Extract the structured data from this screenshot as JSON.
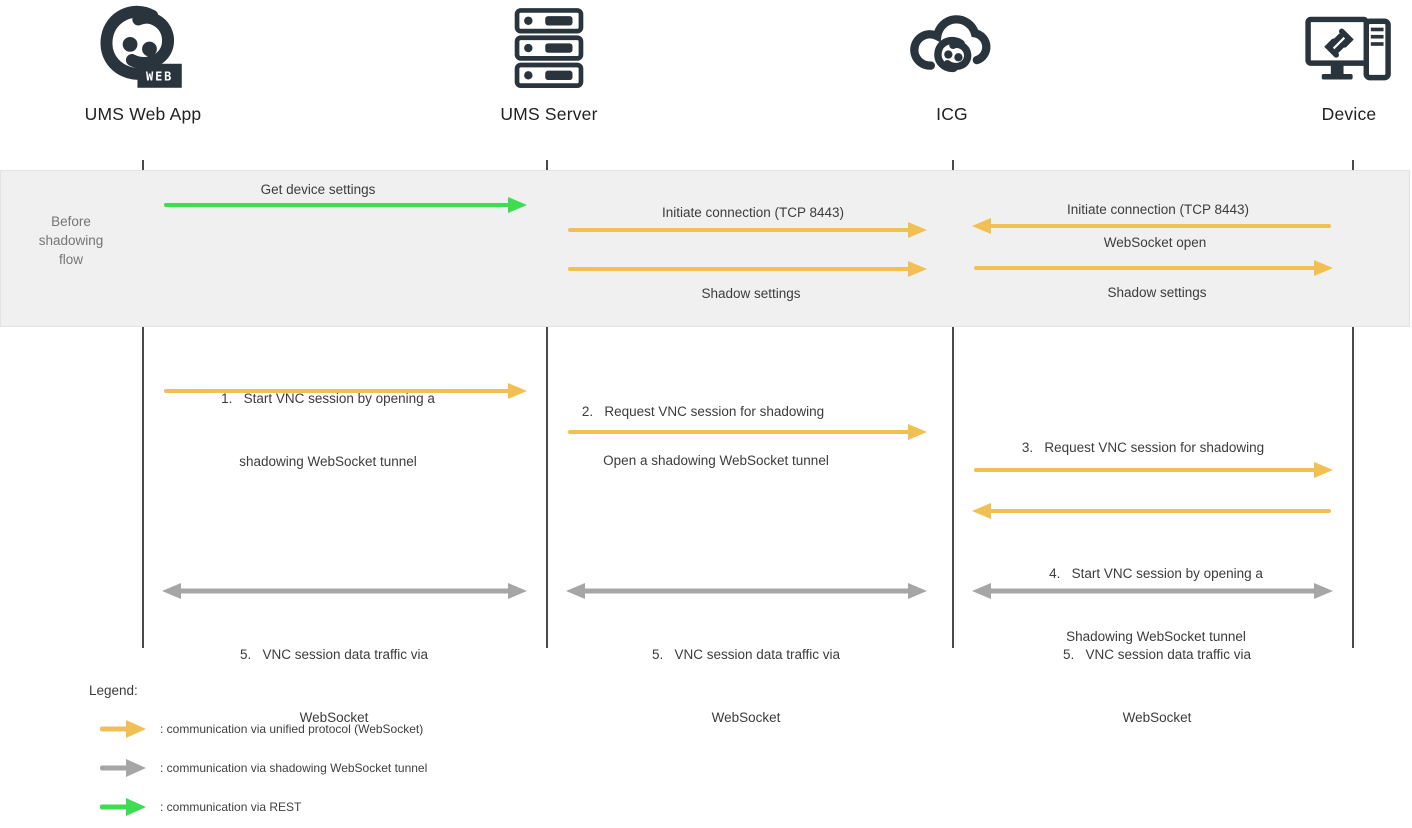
{
  "colors": {
    "unified": "#F2C052",
    "tunnel": "#A6A6A6",
    "rest": "#3EDC52",
    "actor": "#2A343D",
    "band": "#F0F0F0",
    "band_border": "#E3E3E3",
    "text": "#3C3C3C",
    "muted": "#757575",
    "lifeline": "#4A4A4A",
    "heading": "#212121",
    "legend_text": "#3F3F3F"
  },
  "actors": [
    {
      "id": "ums-web-app",
      "label": "UMS Web App",
      "icon": "igel-web-logo-icon",
      "badge": "WEB"
    },
    {
      "id": "ums-server",
      "label": "UMS Server",
      "icon": "server-stack-icon"
    },
    {
      "id": "icg",
      "label": "ICG",
      "icon": "cloud-igel-icon"
    },
    {
      "id": "device",
      "label": "Device",
      "icon": "device-monitor-icon"
    }
  ],
  "before": {
    "label_lines": [
      "Before",
      "shadowing",
      "flow"
    ],
    "msgs": {
      "get_device_settings": "Get device settings",
      "initiate_ums_icg": "Initiate connection (TCP 8443)",
      "shadow_settings_ums_icg": "Shadow settings",
      "initiate_device_icg": "Initiate connection (TCP 8443)",
      "websocket_open": "WebSocket open",
      "shadow_settings_icg_device": "Shadow settings"
    }
  },
  "main": {
    "step1_line1": "1.   Start VNC session by opening a",
    "step1_line2": "shadowing WebSocket tunnel",
    "step2": "2.   Request VNC session for shadowing",
    "step2_sub": "Open a shadowing WebSocket tunnel",
    "step3": "3.   Request VNC session for shadowing",
    "step4_line1": "4.   Start VNC session by opening a",
    "step4_line2": "Shadowing WebSocket tunnel",
    "step5_line1": "5.   VNC session data traffic via",
    "step5_line2": "WebSocket"
  },
  "legend": {
    "title": "Legend:",
    "items": [
      {
        "icon": "yellow-arrow-icon",
        "label": ": communication via unified protocol (WebSocket)"
      },
      {
        "icon": "gray-arrow-icon",
        "label": ": communication via shadowing WebSocket tunnel"
      },
      {
        "icon": "green-arrow-icon",
        "label": ": communication via REST"
      }
    ]
  }
}
